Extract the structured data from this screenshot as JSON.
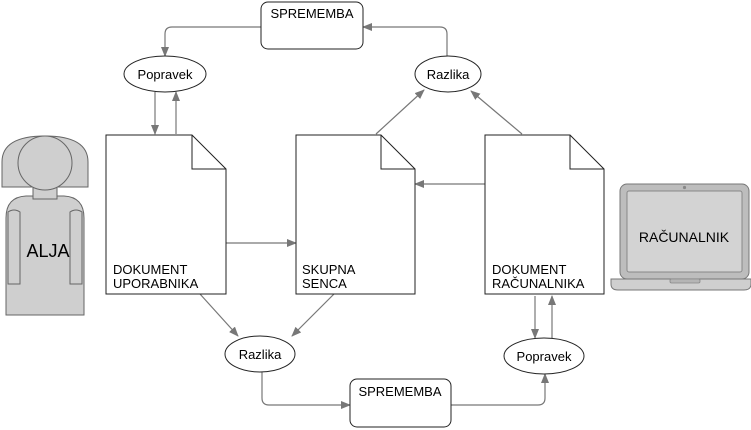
{
  "nodes": {
    "top_change": "SPREMEMBA",
    "bottom_change": "SPREMEMBA",
    "patch_left": "Popravek",
    "patch_right": "Popravek",
    "diff_top": "Razlika",
    "diff_bottom": "Razlika",
    "doc_user": [
      "DOKUMENT",
      "UPORABNIKA"
    ],
    "shadow": [
      "SKUPNA",
      "SENCA"
    ],
    "doc_computer": [
      "DOKUMENT",
      "RAČUNALNIKA"
    ]
  },
  "actors": {
    "person": "ALJA",
    "computer": "RAČUNALNIK"
  },
  "colors": {
    "stroke": "#222222",
    "arrow": "#777777",
    "fill": "#ffffff",
    "person_fill": "#cfcfcf",
    "laptop_body": "#bdbdbd",
    "laptop_screen": "#d3d3d3"
  }
}
